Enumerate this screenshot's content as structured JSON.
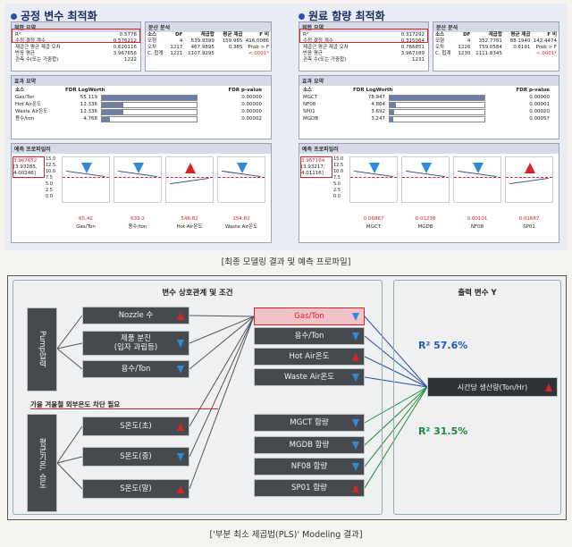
{
  "left": {
    "title": "공정 변수 최적화",
    "fit": {
      "header": "적합 요약",
      "rows": [
        [
          "R²",
          "0.5776"
        ],
        [
          "수정 결정 계수",
          "0.576212"
        ],
        [
          "제곱근 평균 제곱 오차",
          "0.620116"
        ],
        [
          "반응 평균",
          "3.967656"
        ],
        [
          "관측 수(또는 가중합)",
          "1222"
        ]
      ]
    },
    "anova": {
      "header": "분산 분석",
      "cols": [
        "소스",
        "DF",
        "제곱합",
        "평균 제곱",
        "F 비"
      ],
      "rows": [
        [
          "모형",
          "4",
          "639.9399",
          "159.985",
          "416.0086"
        ],
        [
          "오차",
          "1217",
          "467.9895",
          "0.385",
          "Prob > F"
        ],
        [
          "C. 합계",
          "1221",
          "1107.9295",
          "",
          "<.0001*"
        ]
      ]
    },
    "effect": {
      "header": "효과 요약",
      "cols": [
        "소스",
        "FDR LogWorth",
        "FDR p-value"
      ],
      "rows": [
        [
          "Gas/Ton",
          "55.119",
          "0.00000"
        ],
        [
          "Hot Air온도",
          "12.336",
          "0.00000"
        ],
        [
          "Waste Air온도",
          "12.336",
          "0.00000"
        ],
        [
          "용수/ton",
          "4.768",
          "0.00002"
        ]
      ],
      "bars": [
        55.119,
        12.336,
        12.336,
        4.768
      ]
    },
    "profiler": {
      "header": "예측 프로파일러",
      "yval": "3.967652",
      "ci": "[3.93285, 4.00246]",
      "yaxis": [
        "15.0",
        "12.5",
        "10.0",
        "7.5",
        "5.0",
        "2.5",
        "0.0"
      ],
      "values": [
        "65.42",
        "639.2",
        "548.82",
        "154.82"
      ],
      "labels": [
        "Gas/Ton",
        "용수/ton",
        "Hot Air온도",
        "Waste Air온도"
      ],
      "arrows": [
        "down",
        "down",
        "up",
        "down"
      ]
    }
  },
  "right": {
    "title": "원료 함량 최적화",
    "fit": {
      "header": "적합 요약",
      "rows": [
        [
          "R²",
          "0.317292"
        ],
        [
          "수정 결정 계수",
          "0.315064"
        ],
        [
          "제곱근 평균 제곱 오차",
          "0.766851"
        ],
        [
          "반응 평균",
          "3.967189"
        ],
        [
          "관측 수(또는 가중합)",
          "1231"
        ]
      ]
    },
    "anova": {
      "header": "분산 분석",
      "cols": [
        "소스",
        "DF",
        "제곱합",
        "평균 제곱",
        "F 비"
      ],
      "rows": [
        [
          "모형",
          "4",
          "352.7761",
          "88.1940",
          "142.4474"
        ],
        [
          "오차",
          "1226",
          "759.0584",
          "0.6191",
          "Prob > F"
        ],
        [
          "C. 합계",
          "1230",
          "1111.8345",
          "",
          "<.0001*"
        ]
      ]
    },
    "effect": {
      "header": "효과 요약",
      "cols": [
        "소스",
        "FDR LogWorth",
        "FDR p-value"
      ],
      "rows": [
        [
          "MGCT",
          "78.947",
          "0.00000"
        ],
        [
          "NF08",
          "4.884",
          "0.00001"
        ],
        [
          "SP01",
          "3.692",
          "0.00020"
        ],
        [
          "MGDB",
          "3.247",
          "0.00057"
        ]
      ],
      "bars": [
        78.947,
        4.884,
        3.692,
        3.247
      ]
    },
    "profiler": {
      "header": "예측 프로파일러",
      "yval": "3.967164",
      "ci": "[3.93217, 4.01116]",
      "yaxis": [
        "15.0",
        "12.5",
        "10.0",
        "7.5",
        "5.0",
        "2.5",
        "0.0"
      ],
      "values": [
        "0.06867",
        "0.01238",
        "0.00101",
        "0.01687"
      ],
      "labels": [
        "MGCT",
        "MGDB",
        "NF08",
        "SP01"
      ],
      "arrows": [
        "down",
        "down",
        "down",
        "up"
      ]
    }
  },
  "caption1": "[최종 모델링 결과 및 예측 프로파일]",
  "diagram": {
    "header_left": "변수 상호관계 및 조건",
    "header_right": "출력 변수 Y",
    "pump": "Pump압력",
    "pump_items": [
      {
        "label": "Nozzle 수",
        "dir": "up"
      },
      {
        "label": "제품 분진\n(입자 과립등)",
        "dir": "down"
      },
      {
        "label": "용수/Ton",
        "dir": "down"
      }
    ],
    "temp_note": "가을 겨울철 외부온도 차단 필요",
    "temp": "평균기온, 습도",
    "temp_items": [
      {
        "label": "S온도(초)",
        "dir": "up"
      },
      {
        "label": "S온도(중)",
        "dir": "down"
      },
      {
        "label": "S온도(말)",
        "dir": "up"
      }
    ],
    "mid_top": [
      {
        "label": "Gas/Ton",
        "dir": "down"
      },
      {
        "label": "용수/Ton",
        "dir": "down"
      },
      {
        "label": "Hot Air온도",
        "dir": "up"
      },
      {
        "label": "Waste Air온도",
        "dir": "down"
      }
    ],
    "mid_bottom": [
      {
        "label": "MGCT 함량",
        "dir": "down"
      },
      {
        "label": "MGDB 함량",
        "dir": "down"
      },
      {
        "label": "NF08 함량",
        "dir": "down"
      },
      {
        "label": "SP01 함량",
        "dir": "up"
      }
    ],
    "r2_top": "R² 57.6%",
    "r2_bottom": "R² 31.5%",
    "output": "시간당 생산량(Ton/Hr)",
    "colors": {
      "up": "#d9232a",
      "down": "#2f8ad7",
      "r2_top": "#1f5fb0",
      "r2_bottom": "#1e8a3a",
      "gas_box": "#f1c2c8"
    }
  },
  "caption2": "['부분 최소 제곱법(PLS)' Modeling 결과]"
}
